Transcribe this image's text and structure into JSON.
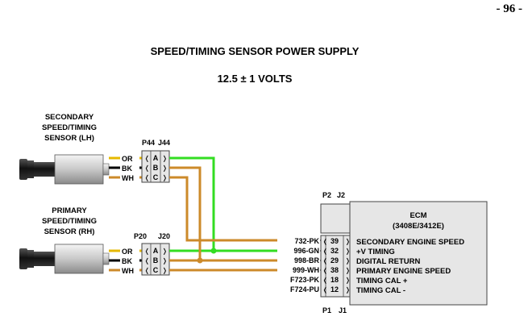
{
  "page_number": "- 96 -",
  "title": "SPEED/TIMING SENSOR POWER SUPPLY",
  "voltage_spec": "12.5 ± 1 VOLTS",
  "colors": {
    "wire_orange": "#cc8a2a",
    "wire_green": "#33dd22",
    "sensor_body": "#d9d9d9",
    "connector_fill": "#e6e6e6",
    "ecm_fill": "#e6e6e6"
  },
  "sensors": {
    "secondary": {
      "label_lines": [
        "SECONDARY",
        "SPEED/TIMING",
        "SENSOR  (LH)"
      ],
      "plug": "P44",
      "jack": "J44",
      "pins": [
        {
          "wire": "OR",
          "pin": "A"
        },
        {
          "wire": "BK",
          "pin": "B"
        },
        {
          "wire": "WH",
          "pin": "C"
        }
      ]
    },
    "primary": {
      "label_lines": [
        "PRIMARY",
        "SPEED/TIMING",
        "SENSOR  (RH)"
      ],
      "plug": "P20",
      "jack": "J20",
      "pins": [
        {
          "wire": "OR",
          "pin": "A"
        },
        {
          "wire": "BK",
          "pin": "B"
        },
        {
          "wire": "WH",
          "pin": "C"
        }
      ]
    }
  },
  "ecm": {
    "title": "ECM",
    "model": "(3408E/3412E)",
    "upper_connector": {
      "plug": "P2",
      "jack": "J2"
    },
    "lower_connector": {
      "plug": "P1",
      "jack": "J1"
    },
    "circuits": [
      {
        "wire": "732-PK",
        "pin": "39",
        "function": "SECONDARY ENGINE SPEED"
      },
      {
        "wire": "996-GN",
        "pin": "32",
        "function": "+V TIMING"
      },
      {
        "wire": "998-BR",
        "pin": "29",
        "function": "DIGITAL RETURN"
      },
      {
        "wire": "999-WH",
        "pin": "38",
        "function": "PRIMARY ENGINE SPEED"
      },
      {
        "wire": "F723-PK",
        "pin": "18",
        "function": "TIMING CAL +"
      },
      {
        "wire": "F724-PU",
        "pin": "12",
        "function": "TIMING CAL -"
      }
    ]
  }
}
